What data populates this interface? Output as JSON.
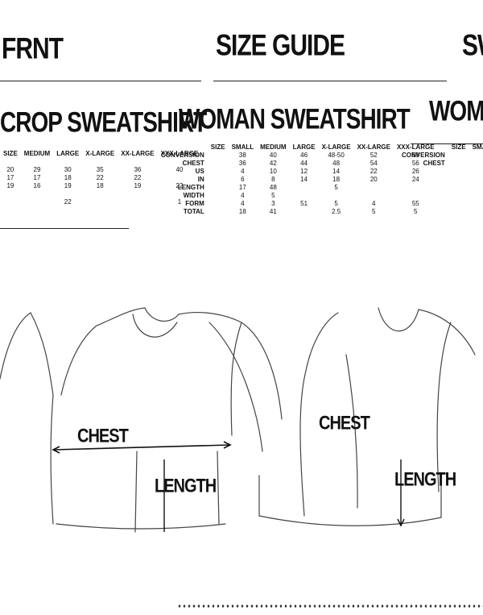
{
  "headers": {
    "left_top": "FRNT",
    "center_top": "SIZE GUIDE",
    "right_top": "SW",
    "left_mid": "CROP SWEATSHIRT",
    "center_mid": "WOMAN SWEATSHIRT",
    "right_mid": "WOM"
  },
  "center_table": {
    "columns": [
      "SIZE",
      "SMALL",
      "MEDIUM",
      "LARGE",
      "X-LARGE",
      "XX-LARGE",
      "XXX-LARGE"
    ],
    "rows": [
      {
        "label": "CONVERSION",
        "cells": [
          "",
          "38",
          "40",
          "46",
          "48-50",
          "52",
          "58"
        ]
      },
      {
        "label": "CHEST",
        "cells": [
          "",
          "36",
          "42",
          "44",
          "48",
          "54",
          "56"
        ]
      },
      {
        "label": "US",
        "cells": [
          "",
          "4",
          "10",
          "12",
          "14",
          "22",
          "26"
        ]
      },
      {
        "label": "IN",
        "cells": [
          "",
          "6",
          "8",
          "14",
          "18",
          "20",
          "24"
        ]
      },
      {
        "label": "LENGTH",
        "cells": [
          "",
          "17",
          "48",
          "",
          "5",
          "",
          ""
        ]
      },
      {
        "label": "WIDTH",
        "cells": [
          "",
          "4",
          "5",
          "",
          "",
          "",
          ""
        ]
      },
      {
        "label": "FORM",
        "cells": [
          "",
          "4",
          "3",
          "51",
          "5",
          "4",
          "55"
        ]
      },
      {
        "label": "TOTAL",
        "cells": [
          "",
          "18",
          "41",
          "",
          "2.5",
          "5",
          "5"
        ]
      }
    ]
  },
  "left_table": {
    "columns": [
      "SIZE",
      "MEDIUM",
      "LARGE",
      "X-LARGE",
      "XX-LARGE",
      "XXX-LARGE"
    ],
    "rows": [
      [
        "",
        "",
        "",
        "",
        "",
        ""
      ],
      [
        "20",
        "29",
        "30",
        "35",
        "36",
        "40"
      ],
      [
        "17",
        "17",
        "18",
        "22",
        "22",
        ""
      ],
      [
        "19",
        "16",
        "19",
        "18",
        "19",
        "22"
      ],
      [
        "",
        "",
        "",
        "",
        "",
        ""
      ],
      [
        "",
        "",
        "22",
        "",
        "",
        "1"
      ],
      [
        "",
        "",
        "",
        "",
        "",
        ""
      ]
    ]
  },
  "right_table": {
    "columns": [
      "SIZE",
      "SMALL"
    ],
    "rows": [
      {
        "label": "CONVERSION",
        "cells": [
          "",
          ""
        ]
      },
      {
        "label": "CHEST",
        "cells": [
          "",
          ""
        ]
      },
      {
        "label": "",
        "cells": [
          "",
          ""
        ]
      }
    ]
  },
  "measure_labels": {
    "chest_left": "CHEST",
    "length_left": "LENGTH",
    "chest_right": "CHEST",
    "length_right": "LENGTH"
  }
}
